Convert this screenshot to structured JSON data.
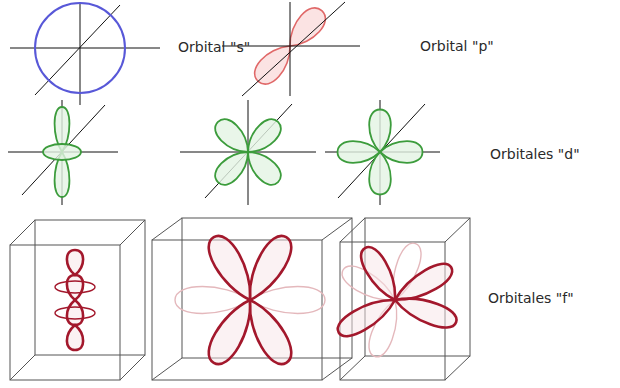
{
  "diagram": {
    "labels": [
      "Orbital \"s\"",
      "Orbital \"p\"",
      "Orbitales \"d\"",
      "Orbitales \"f\""
    ]
  }
}
